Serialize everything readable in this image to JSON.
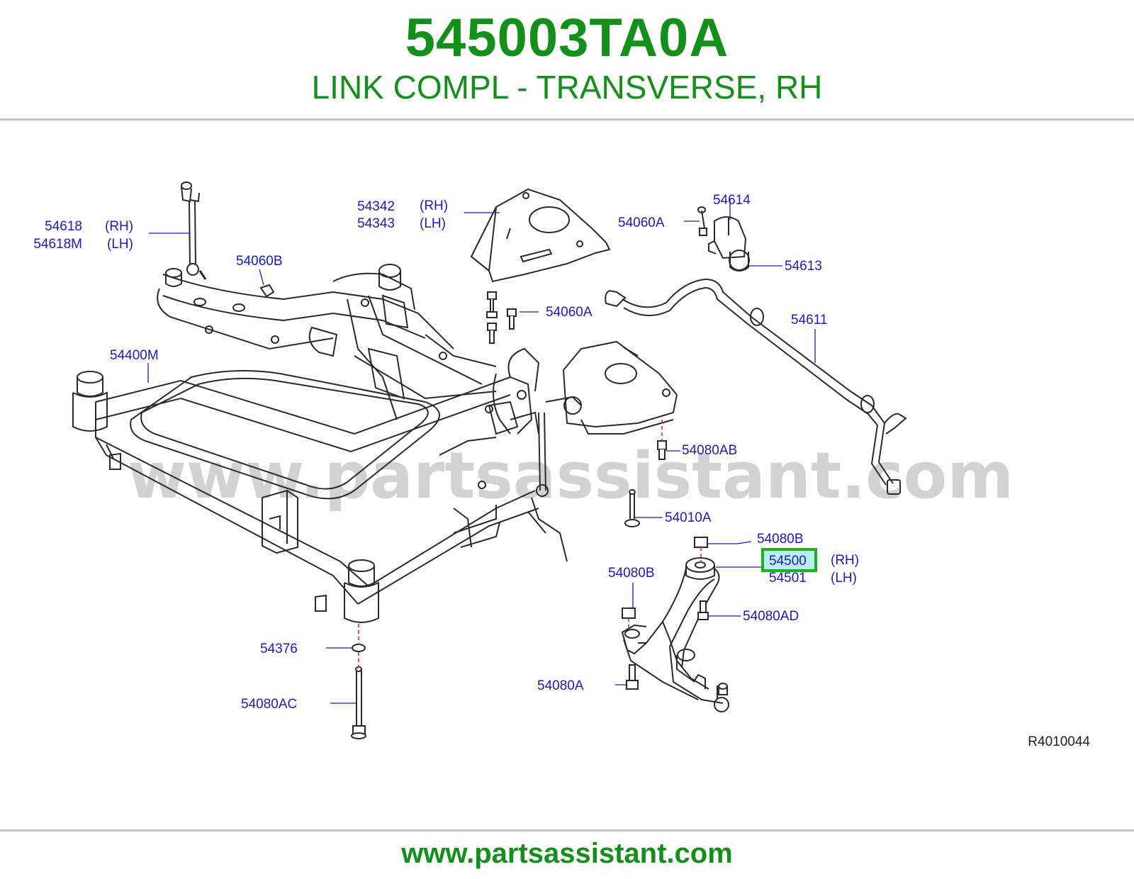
{
  "header": {
    "part_number": "545003TA0A",
    "description": "LINK COMPL - TRANSVERSE, RH"
  },
  "colors": {
    "brand_green": "#13901a",
    "label_blue": "#1a1ac8",
    "highlight_green": "#19b223",
    "highlight_fill": "#b9f0ef",
    "line": "#2a2a2a",
    "leader_red": "#e03030",
    "watermark": "#d2d2d2"
  },
  "watermark": "www.partsassistant.com",
  "diagram_code": "R4010044",
  "labels": {
    "p54618": "54618",
    "p54618_side": "(RH)",
    "p54618M": "54618M",
    "p54618M_side": "(LH)",
    "p54342": "54342",
    "p54342_side": "(RH)",
    "p54343": "54343",
    "p54343_side": "(LH)",
    "p54060B": "54060B",
    "p54060A_top": "54060A",
    "p54614": "54614",
    "p54613": "54613",
    "p54060A_mid": "54060A",
    "p54611": "54611",
    "p54400M": "54400M",
    "p54080AB": "54080AB",
    "p54010A": "54010A",
    "p54080B_right": "54080B",
    "p54500": "54500",
    "p54500_side": "(RH)",
    "p54501": "54501",
    "p54501_side": "(LH)",
    "p54080B_left": "54080B",
    "p54080AD": "54080AD",
    "p54376": "54376",
    "p54080A_bottom": "54080A",
    "p54080AC": "54080AC"
  },
  "footer": {
    "url": "www.partsassistant.com"
  }
}
